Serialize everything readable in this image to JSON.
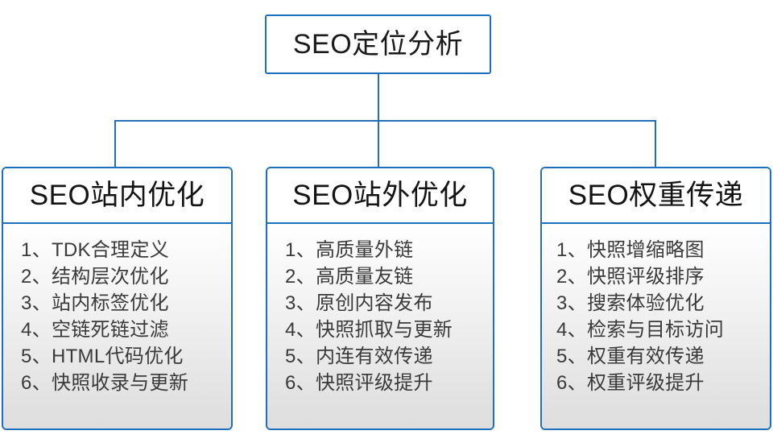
{
  "diagram": {
    "root": {
      "label": "SEO定位分析"
    },
    "accent_color": "#1f6fbe",
    "text_color": "#3a3a3a",
    "heading_color": "#141414",
    "branches": [
      {
        "title": "SEO站内优化",
        "items": [
          "1、TDK合理定义",
          "2、结构层次优化",
          "3、站内标签优化",
          "4、空链死链过滤",
          "5、HTML代码优化",
          "6、快照收录与更新"
        ]
      },
      {
        "title": "SEO站外优化",
        "items": [
          "1、高质量外链",
          "2、高质量友链",
          "3、原创内容发布",
          "4、快照抓取与更新",
          "5、内连有效传递",
          "6、快照评级提升"
        ]
      },
      {
        "title": "SEO权重传递",
        "items": [
          "1、快照增缩略图",
          "2、快照评级排序",
          "3、搜索体验优化",
          "4、检索与目标访问",
          "5、权重有效传递",
          "6、权重评级提升"
        ]
      }
    ]
  }
}
